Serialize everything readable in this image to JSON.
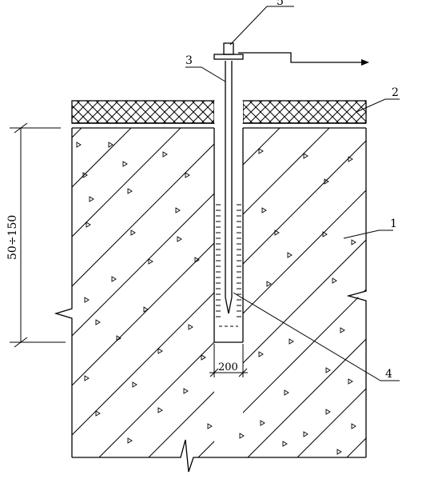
{
  "callouts": {
    "c1": "1",
    "c2": "2",
    "c3": "3",
    "c4": "4",
    "c5": "5"
  },
  "dimensions": {
    "depth_range": "50÷150",
    "hole_width": "200"
  },
  "colors": {
    "line": "#000000",
    "background": "#ffffff"
  }
}
